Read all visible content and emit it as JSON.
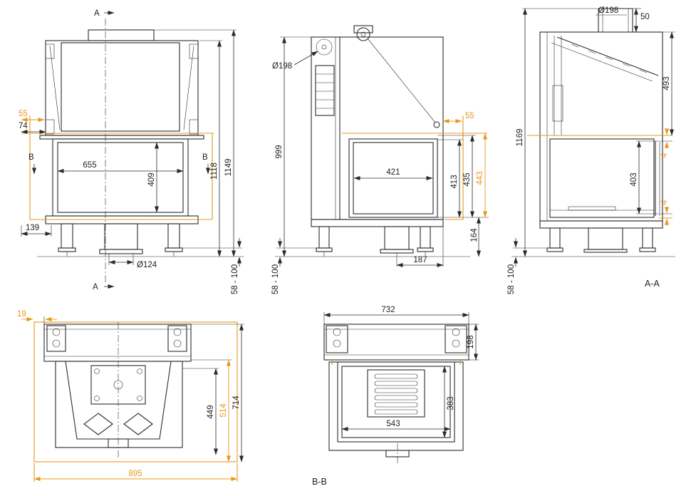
{
  "drawing": {
    "colors": {
      "line": "#2b2b2b",
      "accent": "#e8981e"
    },
    "front": {
      "marker_a_top": "A",
      "marker_a_bottom": "A",
      "marker_b_left": "B",
      "marker_b_right": "B",
      "dim_wall_gap": "55",
      "dim_frame_gap": "74",
      "dim_opening_width": "655",
      "dim_opening_height": "409",
      "dim_body_height": "1118",
      "dim_total_height": "1149",
      "dim_base_depth": "139",
      "dim_bottom_flue": "Ø124",
      "dim_leg_range": "58 - 100"
    },
    "side": {
      "dim_flue": "Ø198",
      "dim_body_height": "999",
      "dim_wall_gap": "55",
      "dim_opening_width": "421",
      "dim_opening_height_1": "413",
      "dim_opening_height_2": "435",
      "dim_opening_height_3": "443",
      "dim_base_height": "164",
      "dim_flue_offset": "187",
      "dim_leg_range": "58 - 100"
    },
    "section_aa": {
      "label": "A-A",
      "dim_flue": "Ø198",
      "dim_collar_height": "50",
      "dim_top_depth": "493",
      "dim_total_height": "1169",
      "dim_gap_top": "4",
      "dim_glass_height": "403",
      "dim_gap_bottom": "4",
      "dim_leg_range": "58 - 100"
    },
    "plan": {
      "dim_rear_gap": "19",
      "dim_depth_inner": "449",
      "dim_depth_glass": "514",
      "dim_depth_total": "714",
      "dim_width_total": "895"
    },
    "section_bb": {
      "label": "B-B",
      "dim_width_top": "732",
      "dim_strip_depth": "198",
      "dim_depth_inner": "383",
      "dim_width_inner": "543"
    }
  }
}
